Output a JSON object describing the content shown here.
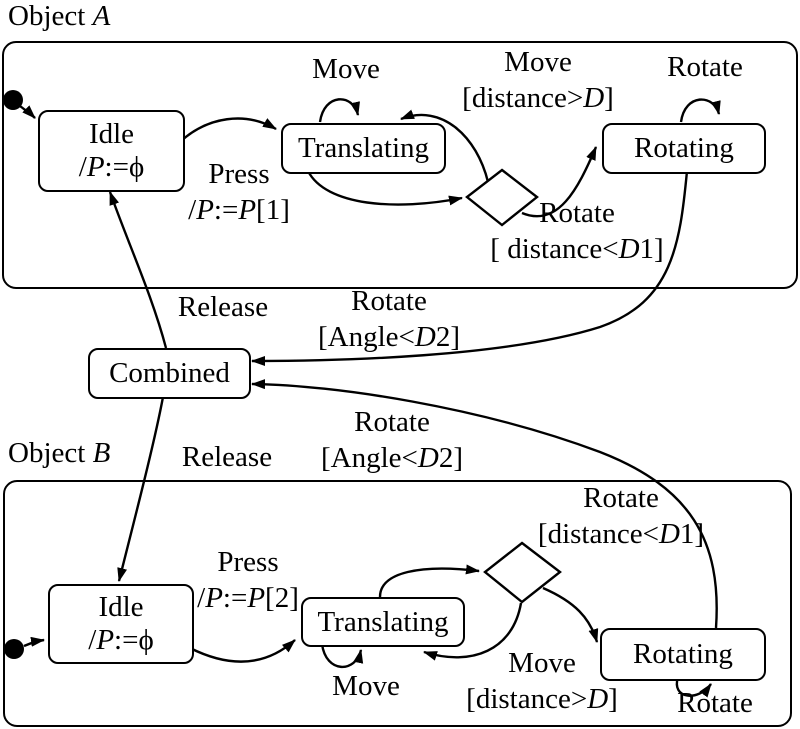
{
  "colors": {
    "ink": "#000000",
    "paper": "#ffffff"
  },
  "titles": {
    "prefix": "Object ",
    "a": "A",
    "b": "B"
  },
  "states": {
    "idle": "Idle",
    "translating": "Translating",
    "rotating": "Rotating",
    "combined": "Combined"
  },
  "entry_action": {
    "slash": "/",
    "var": "P",
    "assign": ":=",
    "value": "ϕ"
  },
  "events": {
    "move": "Move",
    "rotate": "Rotate",
    "press": "Press",
    "release": "Release"
  },
  "actions": {
    "press_a": {
      "slash": "/",
      "var": "P",
      "assign": ":=",
      "var2": "P",
      "index": "[1]"
    },
    "press_b": {
      "slash": "/",
      "var": "P",
      "assign": ":=",
      "var2": "P",
      "index": "[2]"
    }
  },
  "guards": {
    "move_a": {
      "open": "[distance>",
      "var": "D",
      "close": "]"
    },
    "move_b": {
      "open": "[distance>",
      "var": "D",
      "close": "]"
    },
    "rotate_a": {
      "open": "[ distance<",
      "var": "D",
      "close": "1]"
    },
    "rotate_b": {
      "open": "[distance<",
      "var": "D",
      "close": "1]"
    },
    "angle": {
      "open": "[Angle<",
      "var": "D",
      "close": "2]"
    }
  }
}
